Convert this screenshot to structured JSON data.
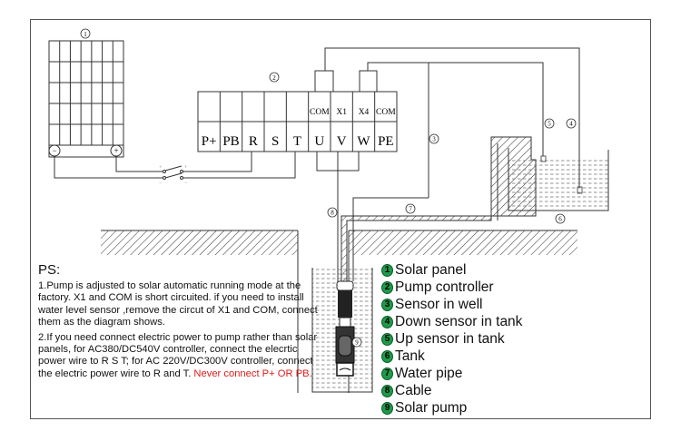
{
  "diagram": {
    "type": "solar pump wiring diagram",
    "controller_terminals_top": [
      "",
      "",
      "",
      "",
      "",
      "COM",
      "X1",
      "X4",
      "COM"
    ],
    "controller_terminals_bottom": [
      "P+",
      "PB",
      "R",
      "S",
      "T",
      "U",
      "V",
      "W",
      "PE"
    ],
    "callouts": [
      "1",
      "2",
      "3",
      "4",
      "5",
      "6",
      "7",
      "8",
      "9"
    ],
    "switch_marks": {
      "plus": "+",
      "minus": "−"
    },
    "panel_terminals": {
      "negative": "−",
      "positive": "+"
    }
  },
  "notes": {
    "title": "PS:",
    "item1": "1.Pump is adjusted to solar automatic running mode at the factory.   X1 and COM is short circuited. if you need to install water level sensor ,remove the circut of X1 and COM, connect them as the diagram shows.",
    "item2_prefix": "2.If you need connect electric power to pump rather than solar panels, for AC380/DC540V controller, connect the elecrtic power wire to  R S T; for AC 220V/DC300V controller, connect the electric power wire to R and T.  ",
    "item2_warning": "Never connect P+ OR PB.",
    "warning_color": "#e01b1b"
  },
  "legend": {
    "badge_color": "#1e9a4a",
    "items": [
      {
        "num": "1",
        "label": "Solar panel"
      },
      {
        "num": "2",
        "label": "Pump controller"
      },
      {
        "num": "3",
        "label": "Sensor in well"
      },
      {
        "num": "4",
        "label": "Down sensor in tank"
      },
      {
        "num": "5",
        "label": "Up sensor in tank"
      },
      {
        "num": "6",
        "label": "Tank"
      },
      {
        "num": "7",
        "label": "Water pipe"
      },
      {
        "num": "8",
        "label": "Cable"
      },
      {
        "num": "9",
        "label": "Solar pump"
      }
    ]
  }
}
